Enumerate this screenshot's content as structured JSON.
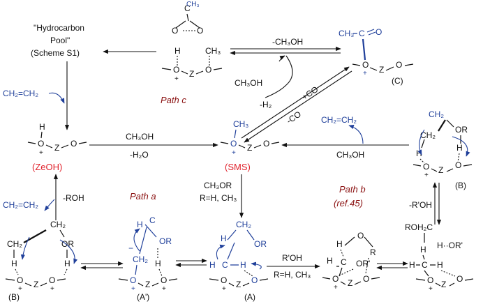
{
  "hcp": {
    "line1": "\"Hydrocarbon",
    "line2": "Pool\"",
    "line3": "(Scheme S1)"
  },
  "ethylene": "CH₂=CH₂",
  "ch3": "CH₃",
  "ch3_black": "CH₃",
  "ch2": "CH₂",
  "ch2_minus": "CH₂",
  "ch3oh": "CH₃OH",
  "ch3or": "CH₃OR",
  "rohch2": "ROH₂C",
  "atoms": {
    "H": "H",
    "O": "O",
    "Z": "Z",
    "C": "C",
    "plus": "+",
    "minus": "−",
    "OR": "OR",
    "OR_prime": "OR'",
    "OR_prime_star": "OR'",
    "R": "R",
    "H_dots_OR_prime": "H··OR'"
  },
  "labels": {
    "ZeOH": "(ZeOH)",
    "SMS": "(SMS)",
    "C": "(C)",
    "B": "(B)",
    "A": "(A)",
    "A_prime": "(A')"
  },
  "paths": {
    "a": "Path a",
    "b_line1": "Path b",
    "b_line2": "(ref.45)",
    "c": "Path c"
  },
  "arrow_labels": {
    "minus_ch3oh": "-CH₃OH",
    "minus_h2": "-H₂",
    "plus_co": "+CO",
    "minus_co": "-CO",
    "ch3oh_top": "CH₃OH",
    "minus_h2o": "-H₂O",
    "ch3oh_right": "CH₃OH",
    "ch3or_line1": "CH₃OR",
    "ch3or_line2": "R=H, CH₃",
    "minus_roh": "-ROH",
    "minus_r_prime_oh": "-R'OH",
    "r_prime_oh": "R'OH",
    "r_h_ch3": "R=H, CH₃"
  }
}
